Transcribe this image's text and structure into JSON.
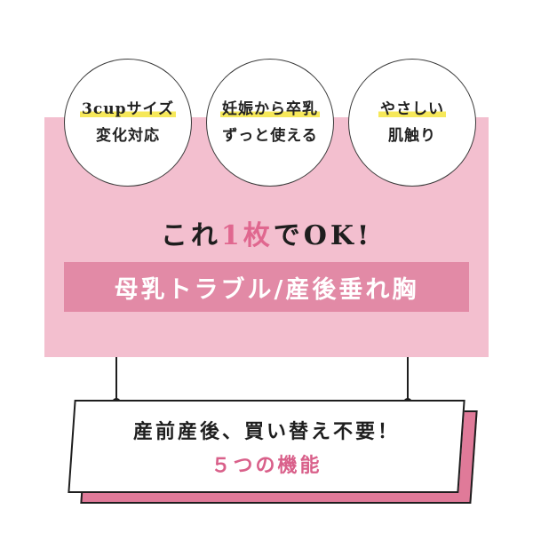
{
  "features": [
    {
      "line1": "3cupサイズ",
      "line2": "変化対応"
    },
    {
      "line1": "妊娠から卒乳",
      "line2": "ずっと使える"
    },
    {
      "line1": "やさしい",
      "line2": "肌触り"
    }
  ],
  "headline": {
    "before": "これ",
    "accent": "1枚",
    "after": "でOK!"
  },
  "banner": {
    "text": "母乳トラブル/産後垂れ胸"
  },
  "callout": {
    "line1": "産前産後、買い替え不要！",
    "line2": "５つの機能"
  },
  "colors": {
    "panel": "#f3bfcf",
    "banner": "#e28aa6",
    "accent": "#e0678f",
    "highlight": "#f6e85a"
  }
}
